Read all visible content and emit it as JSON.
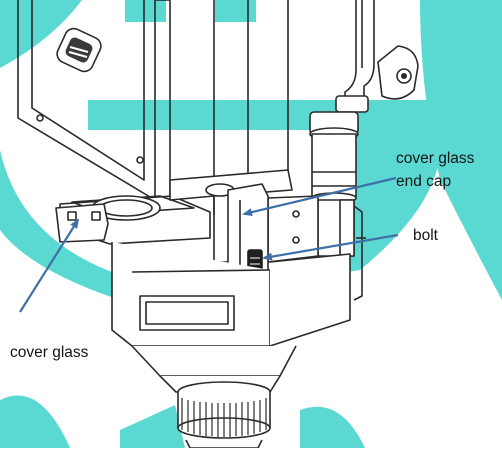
{
  "labels": {
    "cover_glass_end_cap_line1": "cover glass",
    "cover_glass_end_cap_line2": "end cap",
    "bolt": "bolt",
    "cover_glass": "cover glass"
  },
  "colors": {
    "watermark": "#52d6d0",
    "arrow": "#3f6fa8",
    "line": "#2a2a2a",
    "text": "#141414"
  }
}
